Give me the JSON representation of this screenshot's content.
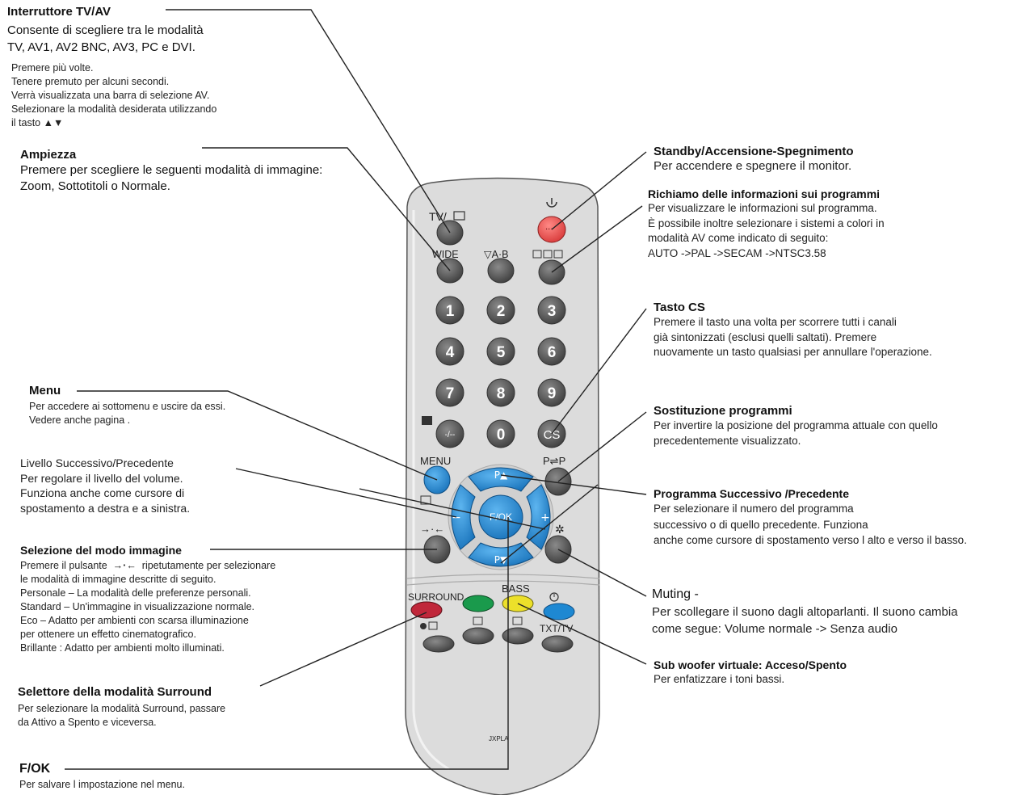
{
  "annotations": {
    "tvav": {
      "title": "Interruttore TV/AV",
      "desc": [
        "Consente di scegliere tra le modalità",
        "TV, AV1, AV2 BNC, AV3, PC e DVI."
      ],
      "steps": [
        "Premere più volte.",
        "Tenere premuto per alcuni secondi.",
        "Verrà visualizzata una barra di selezione AV.",
        "Selezionare la modalità desiderata utilizzando",
        "il tasto ▲▼"
      ]
    },
    "ampiezza": {
      "title": "Ampiezza",
      "desc": [
        "Premere per scegliere le seguenti modalità di immagine:",
        "Zoom, Sottotitoli o Normale."
      ]
    },
    "menu": {
      "title": "Menu",
      "desc": [
        "Per accedere ai sottomenu e uscire da essi.",
        "Vedere anche pagina ."
      ]
    },
    "livello": {
      "title": "Livello Successivo/Precedente",
      "desc": [
        "Per regolare il livello del volume.",
        "Funziona anche come cursore di",
        "spostamento a destra e a sinistra."
      ]
    },
    "modo": {
      "title": "Selezione del modo immagine",
      "desc_pre": "Premere il pulsante",
      "desc_post": "ripetutamente per selezionare",
      "desc": [
        "le modalità di immagine descritte di seguito.",
        "Personale – La modalità delle preferenze personali.",
        "Standard – Un'immagine in visualizzazione normale.",
        "Eco – Adatto per ambienti con scarsa illuminazione",
        "per ottenere un effetto cinematografico.",
        "Brillante : Adatto per ambienti molto illuminati."
      ]
    },
    "surround": {
      "title": "Selettore della modalità Surround",
      "desc": [
        "Per selezionare la modalità Surround, passare",
        "da Attivo a Spento e viceversa."
      ]
    },
    "fok": {
      "title": "F/OK",
      "desc": [
        "Per salvare l impostazione nel menu."
      ]
    },
    "standby": {
      "title": "Standby/Accensione-Spegnimento",
      "desc": [
        "Per accendere e spegnere il monitor."
      ]
    },
    "richiamo": {
      "title": "Richiamo delle informazioni sui programmi",
      "desc": [
        "Per visualizzare le informazioni sul programma.",
        "È possibile inoltre selezionare i sistemi a colori in",
        "modalità AV come indicato di seguito:",
        "AUTO ->PAL ->SECAM ->NTSC3.58"
      ]
    },
    "cs": {
      "title": "Tasto CS",
      "desc": [
        "Premere il tasto una volta per scorrere tutti i canali",
        "già sintonizzati (esclusi quelli saltati). Premere",
        "nuovamente un tasto qualsiasi per annullare l'operazione."
      ]
    },
    "sostituzione": {
      "title": "Sostituzione programmi",
      "desc": [
        "Per invertire la posizione del programma attuale con quello",
        "precedentemente visualizzato."
      ]
    },
    "programma": {
      "title": "Programma Successivo /Precedente",
      "desc": [
        "Per selezionare il numero del programma",
        "successivo o di quello precedente. Funziona",
        "anche come cursore di spostamento verso l alto e verso il basso."
      ]
    },
    "muting": {
      "title": "Muting -",
      "desc": [
        "Per scollegare il suono dagli altoparlanti. Il suono cambia",
        "come segue: Volume normale -> Senza audio"
      ]
    },
    "subwoofer": {
      "title": "Sub woofer virtuale: Acceso/Spento",
      "desc": [
        "Per enfatizzare i toni bassi."
      ]
    }
  },
  "remote": {
    "labels": {
      "tvav": "TV/",
      "wide": "WIDE",
      "ab": "▽A·B",
      "menu": "MENU",
      "pp": "P⇌P",
      "surround": "SURROUND",
      "bass": "BASS",
      "txttv": "TXT/TV",
      "model": "JXPLA",
      "pup": "P▲",
      "pdown": "P▼",
      "fok": "F/OK",
      "cs": "CS",
      "dash": "-/--",
      "minus": "−",
      "plus": "+"
    },
    "digits": [
      "1",
      "2",
      "3",
      "4",
      "5",
      "6",
      "7",
      "8",
      "9",
      "0"
    ],
    "colors": {
      "body": "#dcdcdc",
      "button_grey": "#5f5f5f",
      "power": "#e8504f",
      "blue": "#1e88d2",
      "red": "#c0273a",
      "green": "#1a9a4c",
      "yellow": "#ece02a"
    }
  }
}
